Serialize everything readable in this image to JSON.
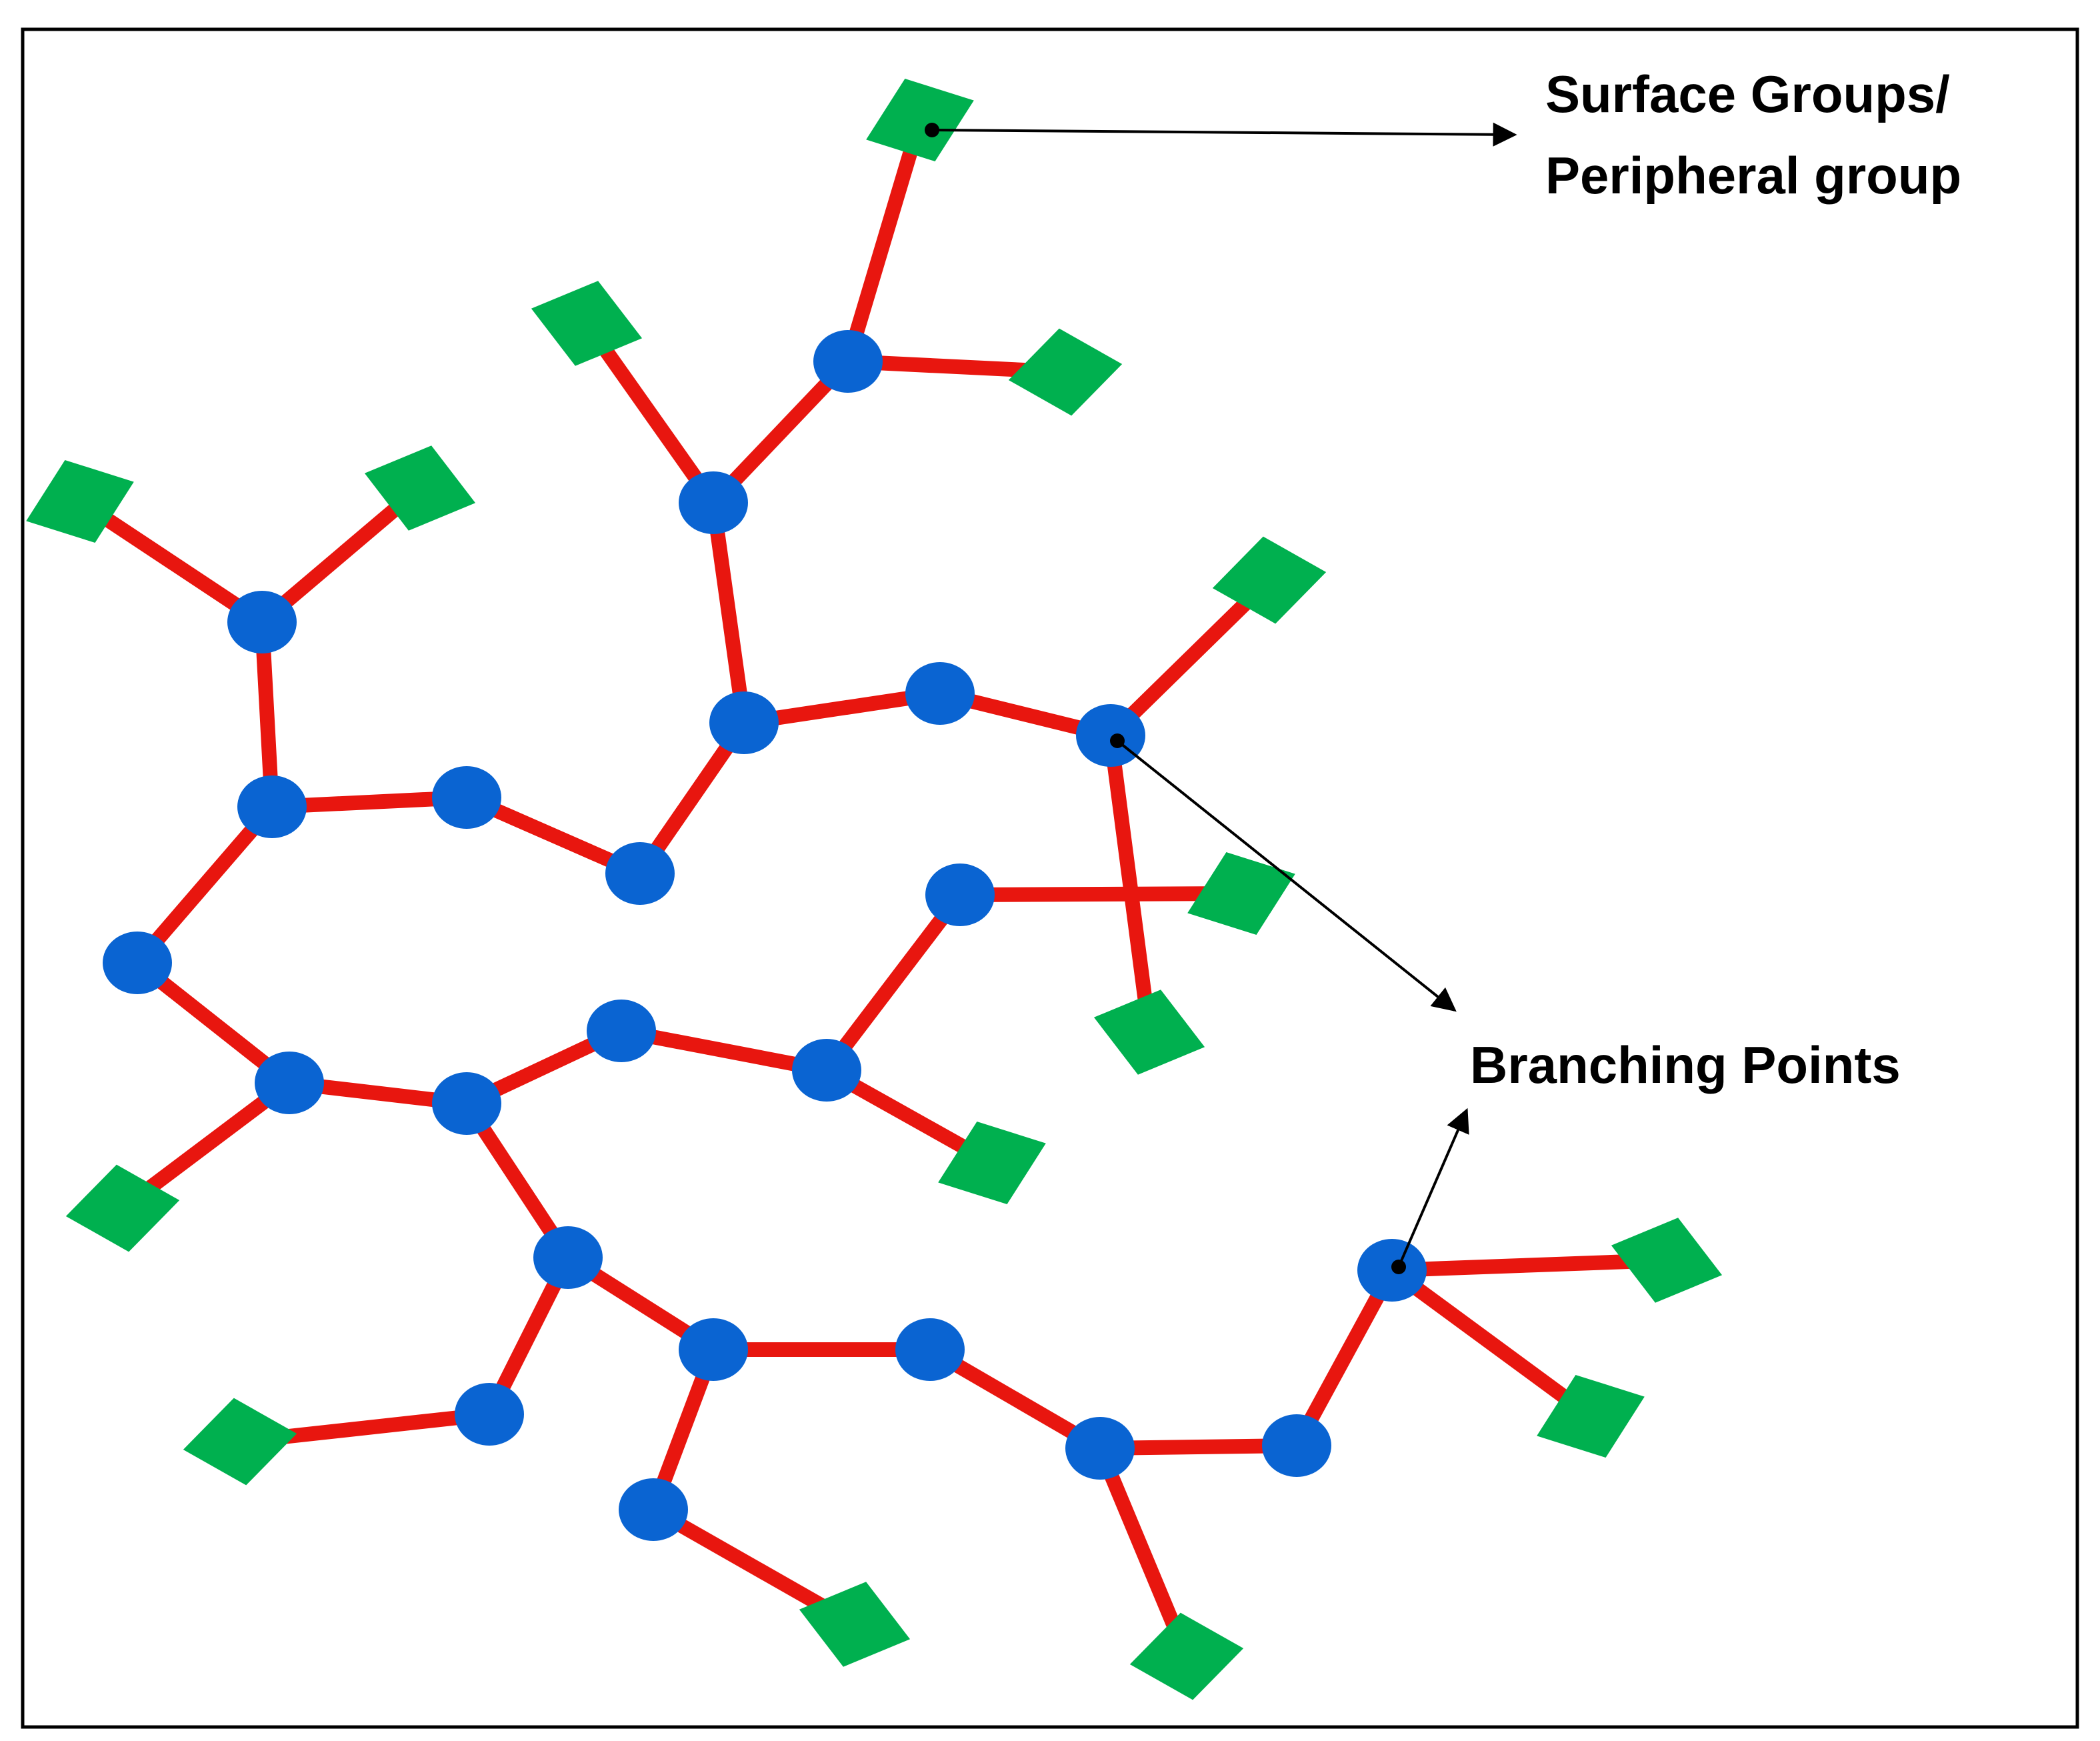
{
  "labels": {
    "surface_line1": "Surface Groups/",
    "surface_line2": "Peripheral group",
    "branching": "Branching Points"
  },
  "colors": {
    "bond": "#e8160f",
    "node": "#0a64d2",
    "group": "#00b04f",
    "line": "#000000"
  },
  "icons": {
    "node": "circle",
    "group": "diamond"
  }
}
